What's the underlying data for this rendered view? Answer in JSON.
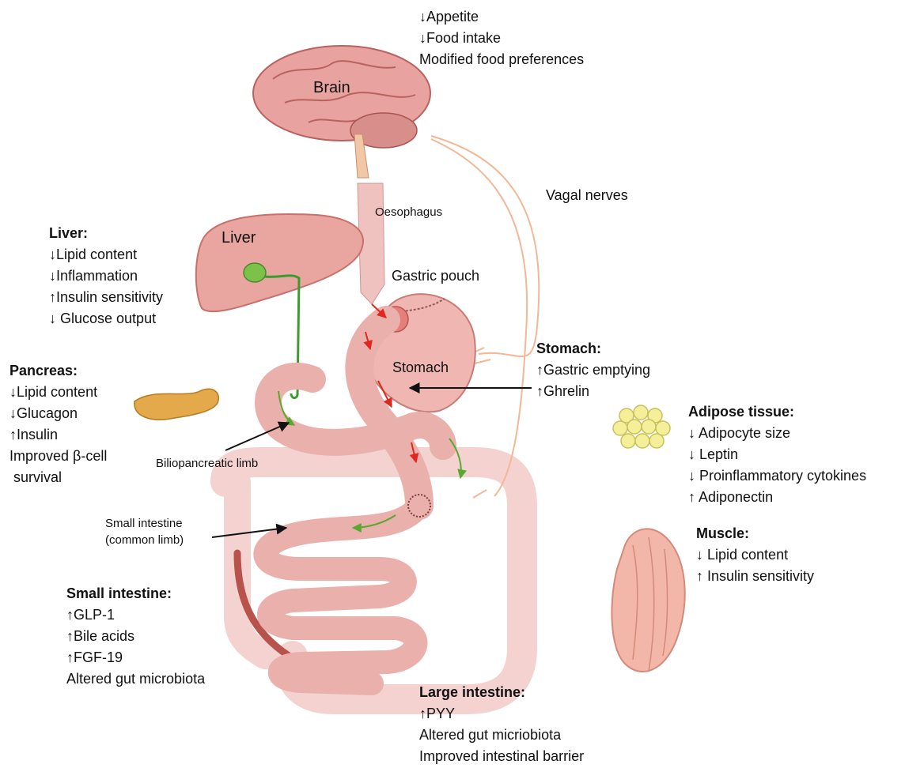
{
  "brain_effects": [
    "↓Appetite",
    "↓Food intake",
    "Modified food preferences"
  ],
  "organ_labels": {
    "brain": "Brain",
    "liver": "Liver",
    "oesophagus": "Oesophagus",
    "gastric_pouch": "Gastric pouch",
    "stomach": "Stomach",
    "vagal_nerves": "Vagal nerves",
    "biliopancreatic_limb": "Biliopancreatic limb",
    "small_intestine_line1": "Small intestine",
    "small_intestine_line2": "(common limb)"
  },
  "liver_effects": {
    "heading": "Liver:",
    "items": [
      "↓Lipid content",
      "↓Inflammation",
      "↑Insulin sensitivity",
      "↓ Glucose output"
    ]
  },
  "pancreas_effects": {
    "heading": "Pancreas:",
    "items": [
      "↓Lipid content",
      "↓Glucagon",
      "↑Insulin",
      "Improved β-cell",
      " survival"
    ]
  },
  "stomach_effects": {
    "heading": "Stomach:",
    "items": [
      "↑Gastric emptying",
      "↑Ghrelin"
    ]
  },
  "adipose_effects": {
    "heading": "Adipose tissue:",
    "items": [
      "↓ Adipocyte size",
      "↓ Leptin",
      "↓ Proinflammatory cytokines",
      "↑ Adiponectin"
    ]
  },
  "muscle_effects": {
    "heading": "Muscle:",
    "items": [
      "↓ Lipid content",
      "↑ Insulin sensitivity"
    ]
  },
  "small_intestine_effects": {
    "heading": "Small intestine:",
    "items": [
      "↑GLP-1",
      "↑Bile acids",
      "↑FGF-19",
      "Altered gut microbiota"
    ]
  },
  "large_intestine_effects": {
    "heading": "Large intestine:",
    "items": [
      "↑PYY",
      "Altered gut micriobiota",
      "Improved intestinal barrier"
    ]
  }
}
